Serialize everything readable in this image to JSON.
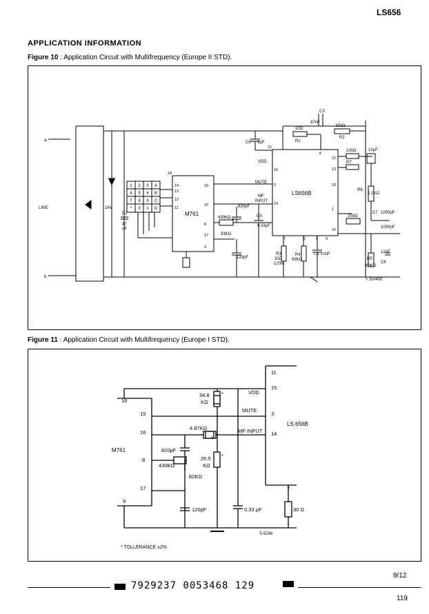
{
  "header": {
    "part_number": "LS656"
  },
  "section_title": "APPLICATION INFORMATION",
  "figure10": {
    "label": "Figure 10",
    "caption": ": Application Circuit with Multifrequency (Europe II STD).",
    "chips": {
      "ic1": "M761",
      "ic2": "LS656B"
    },
    "keypad": [
      "1",
      "2",
      "3",
      "A",
      "4",
      "5",
      "6",
      "B",
      "7",
      "8",
      "9",
      "C",
      "*",
      "0",
      "#",
      "D"
    ],
    "labels": {
      "line": "LINE",
      "a": "a",
      "b": "b",
      "v16": "16V",
      "c3": "C3",
      "c3v": "47nF",
      "r1": "10Ω",
      "r1n": "R1",
      "c8": "C8",
      "c8v": "1μF",
      "c2": "C2",
      "c2v1": "47",
      "c2v2": "nF",
      "r2": "330Ω",
      "r2n": "R2",
      "r9": "100Ω",
      "r9n": "R7",
      "c10": "10μF",
      "r8": "2.2KΩ",
      "r8n": "R8",
      "c7": "C7",
      "c7v": "1000pF",
      "c9v": "1000pF",
      "r6": "200Ω",
      "vdd": "VDD",
      "mute": "MUTE",
      "mfinput1": "MF",
      "mfinput2": "INPUT",
      "c620": "820pF",
      "r430": "430KΩ",
      "r93": "93KΩ",
      "c5": "C5",
      "c5v": "0.33μF",
      "c120": "120pF",
      "r3": "R3",
      "r3v": "30Ω",
      "r3w": "1/2W",
      "r4": "R4",
      "r4v": "93KΩ",
      "c1": "C1",
      "c1v": "10nF",
      "r5": "R5",
      "r5v": "68KΩ",
      "c6v": "12nF",
      "c6": "C6",
      "gnd": "+ 3V/400",
      "pins_m761": [
        "18",
        "15",
        "13",
        "12",
        "11",
        "14",
        "16",
        "8",
        "17",
        "9"
      ],
      "pins_ls": [
        "11",
        "8",
        "12",
        "15",
        "3",
        "14",
        "10",
        "7",
        "5",
        "6",
        "9",
        "16",
        "1",
        "13"
      ]
    }
  },
  "figure11": {
    "label": "Figure 11",
    "caption": ": Application Circuit with Multifrequency (Europe I STD).",
    "chips": {
      "ic1": "M761",
      "ic2": "LS 656B"
    },
    "labels": {
      "pin18": "18",
      "pin15": "15",
      "pin16": "16",
      "pin8": "8",
      "pin17": "17",
      "pin9": "9",
      "r348a": "34.8",
      "r348b": "KΩ",
      "r487": "4.87KΩ",
      "c820": "820pF",
      "r430": "430KΩ",
      "r205a": "20.5",
      "r205b": "KΩ",
      "r82": "82KΩ",
      "c120": "120pF",
      "c033": "0.33 μF",
      "vdd": "VDD",
      "mute": "MUTE",
      "mfinput": "MF INPUT",
      "ls11": "11",
      "ls15": "15",
      "ls3": "3",
      "ls14": "14",
      "ls7": "7",
      "r30": "30 Ω",
      "code": "S-5246",
      "star": "*",
      "tolerance": "* TOLLERANCE ±2%"
    }
  },
  "footer": {
    "page_ref": "9/12",
    "barcode": "7929237 0053468 129",
    "page_number": "119"
  }
}
